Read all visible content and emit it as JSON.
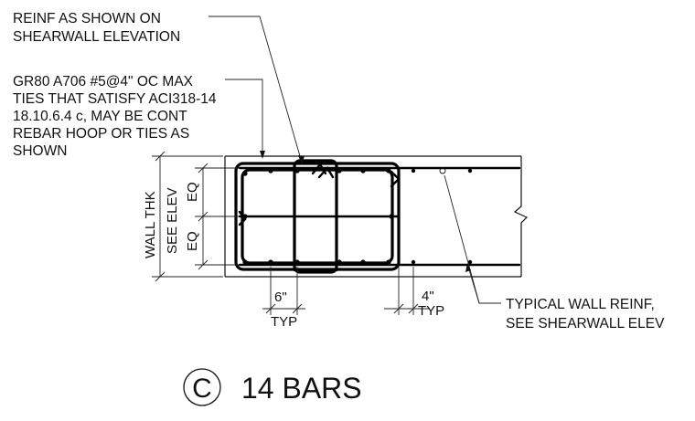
{
  "notes": {
    "reinf_line1": "REINF AS SHOWN ON",
    "reinf_line2": "SHEARWALL ELEVATION",
    "ties_line1": "GR80 A706 #5@4\" OC MAX",
    "ties_line2": "TIES THAT SATISFY ACI318-14",
    "ties_line3": "18.10.6.4 c, MAY BE CONT",
    "ties_line4": "REBAR HOOP OR TIES AS",
    "ties_line5": "SHOWN",
    "typical_line1": "TYPICAL WALL REINF,",
    "typical_line2": "SEE SHEARWALL ELEV"
  },
  "dimensions": {
    "wall_thk": "WALL THK",
    "see_elev": "SEE ELEV",
    "eq_top": "EQ",
    "eq_bottom": "EQ",
    "spacing_6": "6\"",
    "spacing_6_typ": "TYP",
    "spacing_4": "4\"",
    "spacing_4_typ": "TYP"
  },
  "detail": {
    "tag": "C",
    "title": "14 BARS"
  }
}
